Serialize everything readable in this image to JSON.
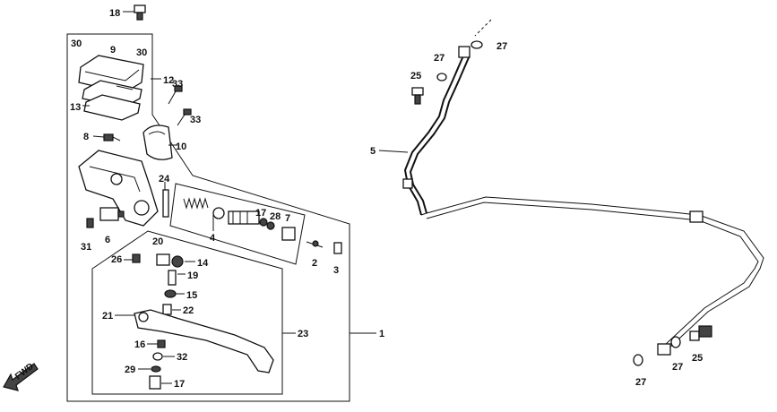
{
  "callouts": [
    "18",
    "30",
    "9",
    "30",
    "12",
    "13",
    "33",
    "33",
    "8",
    "10",
    "24",
    "4",
    "17",
    "28",
    "7",
    "2",
    "3",
    "31",
    "6",
    "20",
    "14",
    "19",
    "15",
    "26",
    "21",
    "22",
    "23",
    "1",
    "16",
    "32",
    "29",
    "17",
    "5",
    "25",
    "27",
    "27",
    "27",
    "25",
    "27"
  ],
  "fwd_label": "FWD"
}
